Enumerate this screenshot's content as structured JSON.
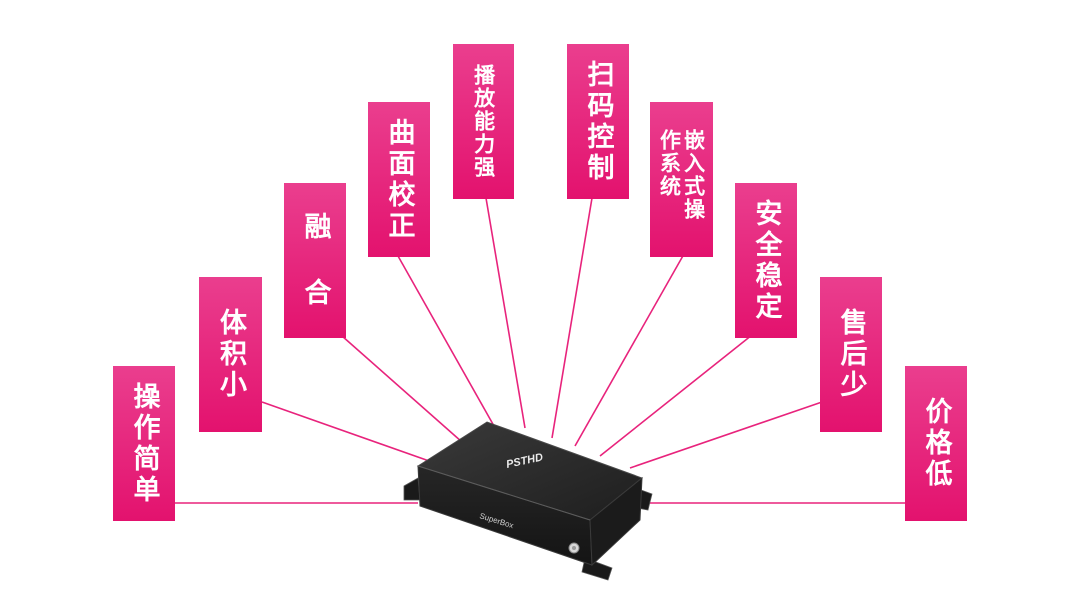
{
  "features": [
    {
      "id": "simple-operation",
      "label": "操作简单"
    },
    {
      "id": "small-size",
      "label": "体积小"
    },
    {
      "id": "fusion",
      "label": "融 合"
    },
    {
      "id": "curved-correction",
      "label": "曲面校正"
    },
    {
      "id": "strong-playback",
      "label": "播放能力强"
    },
    {
      "id": "qr-control",
      "label": "扫码控制"
    },
    {
      "id": "embedded-os",
      "label": "嵌入式操作系统"
    },
    {
      "id": "safe-stable",
      "label": "安全稳定"
    },
    {
      "id": "less-after-sales",
      "label": "售后少"
    },
    {
      "id": "low-price",
      "label": "价格低"
    }
  ],
  "device": {
    "brand": "PSTHD",
    "model": "SuperBox"
  },
  "colors": {
    "accent": "#e3126e",
    "line": "#e8237c",
    "device_body": "#2b2b2b"
  }
}
